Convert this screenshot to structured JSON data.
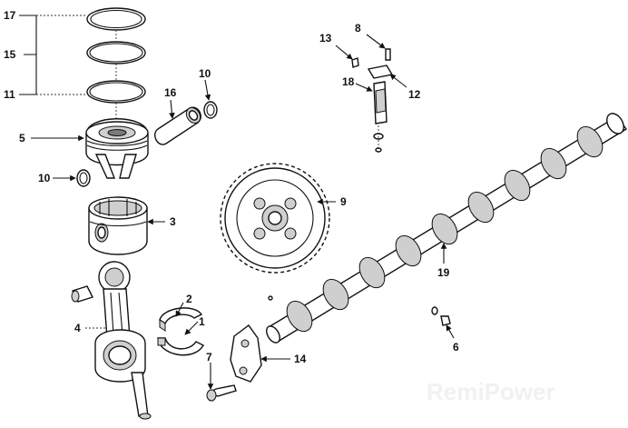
{
  "watermark": "RemiPower",
  "callouts": {
    "c17": "17",
    "c15": "15",
    "c11": "11",
    "c5": "5",
    "c10a": "10",
    "c16": "16",
    "c10b": "10",
    "c3": "3",
    "c2": "2",
    "c4": "4",
    "c1": "1",
    "c7": "7",
    "c14": "14",
    "c9": "9",
    "c13": "13",
    "c8": "8",
    "c18": "18",
    "c12": "12",
    "c19": "19",
    "c6": "6"
  },
  "colors": {
    "ink": "#111111",
    "shade": "#cfcfcf",
    "dark": "#7a7a7a",
    "watermark": "#f1f1f1"
  }
}
